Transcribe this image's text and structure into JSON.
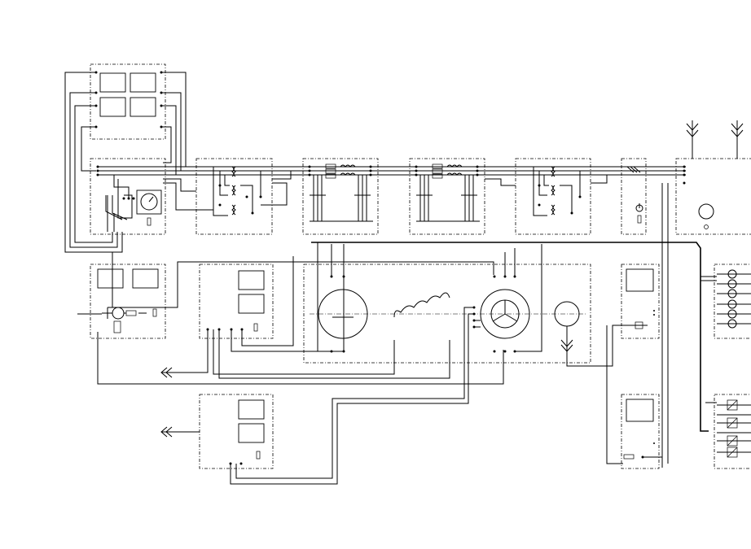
{
  "diagram": {
    "type": "electrical-schematic",
    "line_color": "#000000",
    "background": "#ffffff",
    "units": [
      {
        "id": "control-panel-top",
        "icon": "panel-block"
      },
      {
        "id": "input-unit",
        "icon": "gauge-dial"
      },
      {
        "id": "transformer-unit-1",
        "icon": "transformer-coils"
      },
      {
        "id": "filter-unit-1",
        "icon": "filter-chokes"
      },
      {
        "id": "filter-unit-2",
        "icon": "filter-chokes"
      },
      {
        "id": "transformer-unit-2",
        "icon": "transformer-coils"
      },
      {
        "id": "switch-unit",
        "icon": "power-switch"
      },
      {
        "id": "supply-unit",
        "icon": "round-indicator"
      },
      {
        "id": "motor-control-unit",
        "icon": "motor-symbol"
      },
      {
        "id": "relay-unit",
        "icon": "panel-block"
      },
      {
        "id": "machine-frame",
        "icon": "motor-generator"
      },
      {
        "id": "monitor-unit-1",
        "icon": "display-panel"
      },
      {
        "id": "monitor-unit-2",
        "icon": "display-panel"
      },
      {
        "id": "terminal-rack-1",
        "icon": "lamp-array"
      },
      {
        "id": "terminal-rack-2",
        "icon": "diode-array"
      },
      {
        "id": "lower-relay-unit",
        "icon": "panel-block"
      }
    ]
  }
}
